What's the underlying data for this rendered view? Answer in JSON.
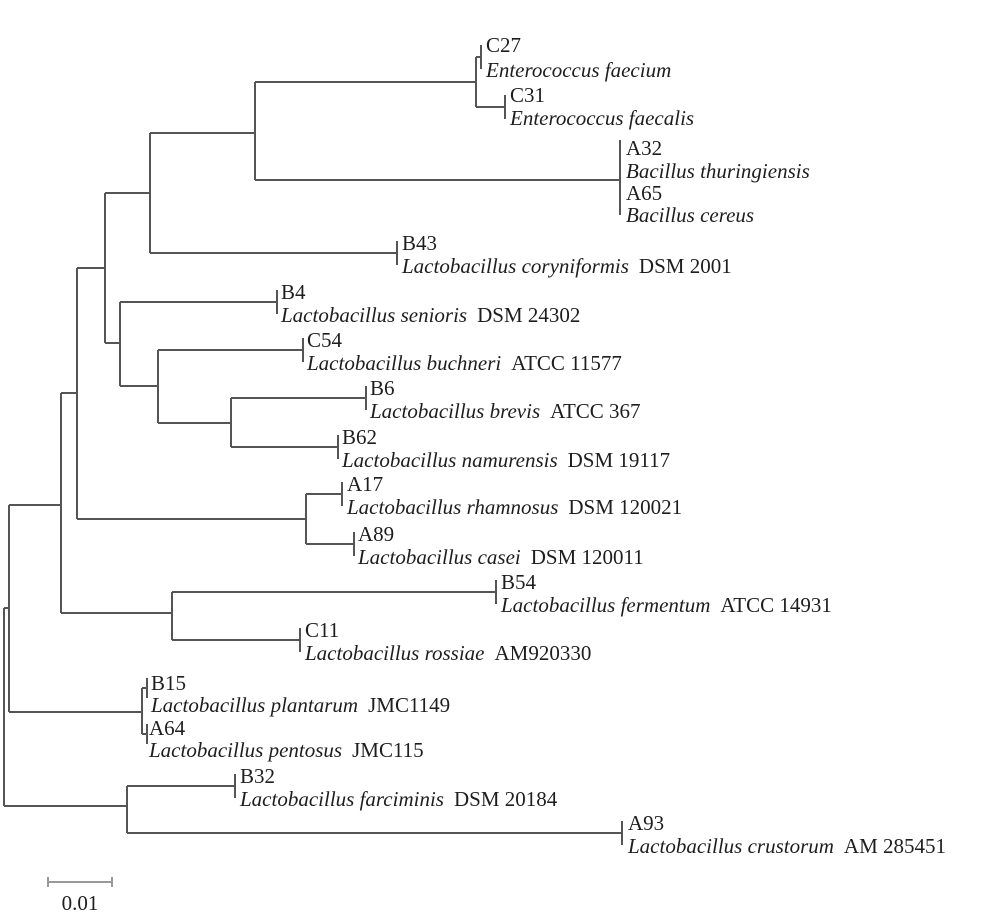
{
  "tree": {
    "leaves": [
      {
        "code": "C27",
        "species": "Enterococcus faecium",
        "strain": ""
      },
      {
        "code": "C31",
        "species": "Enterococcus faecalis",
        "strain": ""
      },
      {
        "code": "A32",
        "species": "Bacillus thuringiensis",
        "strain": ""
      },
      {
        "code": "A65",
        "species": "Bacillus cereus",
        "strain": ""
      },
      {
        "code": "B43",
        "species": "Lactobacillus coryniformis",
        "strain": "DSM 2001"
      },
      {
        "code": "B4",
        "species": "Lactobacillus senioris",
        "strain": "DSM 24302"
      },
      {
        "code": "C54",
        "species": "Lactobacillus buchneri",
        "strain": "ATCC 11577"
      },
      {
        "code": "B6",
        "species": "Lactobacillus brevis",
        "strain": "ATCC 367"
      },
      {
        "code": "B62",
        "species": "Lactobacillus namurensis",
        "strain": "DSM 19117"
      },
      {
        "code": "A17",
        "species": "Lactobacillus rhamnosus",
        "strain": "DSM 120021"
      },
      {
        "code": "A89",
        "species": "Lactobacillus casei",
        "strain": "DSM 120011"
      },
      {
        "code": "B54",
        "species": "Lactobacillus fermentum",
        "strain": "ATCC 14931"
      },
      {
        "code": "C11",
        "species": "Lactobacillus rossiae",
        "strain": "AM920330"
      },
      {
        "code": "B15",
        "species": "Lactobacillus plantarum",
        "strain": "JMC1149"
      },
      {
        "code": "A64",
        "species": "Lactobacillus pentosus",
        "strain": "JMC115"
      },
      {
        "code": "B32",
        "species": "Lactobacillus farciminis",
        "strain": "DSM 20184"
      },
      {
        "code": "A93",
        "species": "Lactobacillus crustorum",
        "strain": "AM 285451"
      }
    ],
    "scale_bar": {
      "label": "0.01",
      "value": 0.01
    }
  }
}
